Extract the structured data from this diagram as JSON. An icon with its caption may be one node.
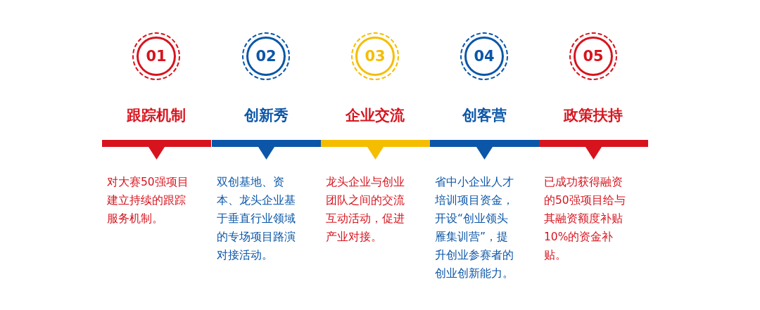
{
  "diagram": {
    "nodes": [
      {
        "text": [
          "01"
        ],
        "beside": [
          "跟踪机制"
        ]
      },
      {
        "text": [
          "02"
        ],
        "beside": [
          "创新秀"
        ]
      },
      {
        "text": [
          "03"
        ],
        "beside": [
          "企业交流"
        ]
      },
      {
        "text": [
          "04"
        ],
        "beside": [
          "创客营"
        ]
      },
      {
        "text": [
          "05"
        ],
        "beside": [
          "政策扶持"
        ]
      }
    ],
    "labels": [
      "对大赛50强项目建立持续的跟踪服务机制。",
      "双创基地、资本、龙头企业基于垂直行业领域的专场项目路演对接活动。",
      "龙头企业与创业团队之间的交流互动活动，促进产业对接。",
      "省中小企业人才培训项目资金，开设“创业领头雁集训营”，提升创业参赛者的创业创新能力。",
      "已成功获得融资的50强项目给与其融资额度补贴10%的资金补贴。"
    ]
  }
}
